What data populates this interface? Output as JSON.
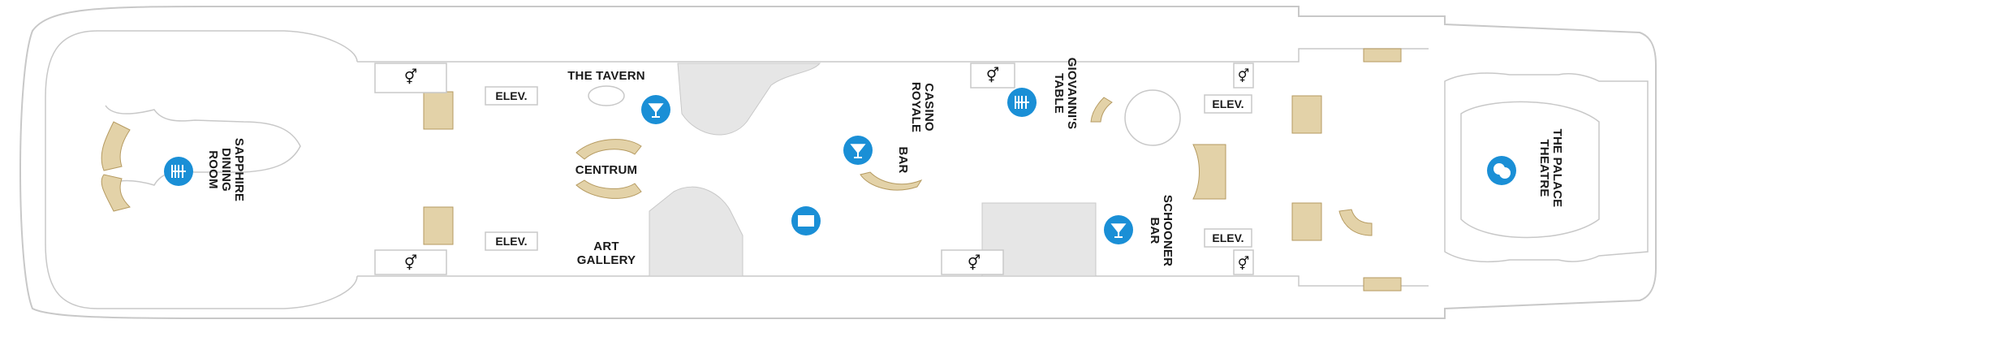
{
  "map": {
    "colors": {
      "accent": "#1a8fd6",
      "stairs": "#e3d2a8",
      "outline": "#c8c8c8",
      "shaded": "#e6e6e6"
    },
    "venues": {
      "sapphire_line1": "SAPPHIRE",
      "sapphire_line2": "DINING",
      "sapphire_line3": "ROOM",
      "tavern": "THE TAVERN",
      "centrum": "CENTRUM",
      "art_line1": "ART",
      "art_line2": "GALLERY",
      "casino_line1": "CASINO",
      "casino_line2": "ROYALE",
      "bar": "BAR",
      "giovanni_line1": "GIOVANNI'S",
      "giovanni_line2": "TABLE",
      "schooner_line1": "SCHOONER",
      "schooner_line2": "BAR",
      "palace_line1": "THE PALACE",
      "palace_line2": "THEATRE"
    },
    "elevators": {
      "e1": "ELEV.",
      "e2": "ELEV.",
      "e3": "ELEV.",
      "e4": "ELEV."
    },
    "icons": {
      "dining": "dining-icon",
      "bar": "cocktail-glass-icon",
      "gallery": "art-icon",
      "theatre": "theatre-masks-icon",
      "restroom": "restroom-icon"
    }
  }
}
